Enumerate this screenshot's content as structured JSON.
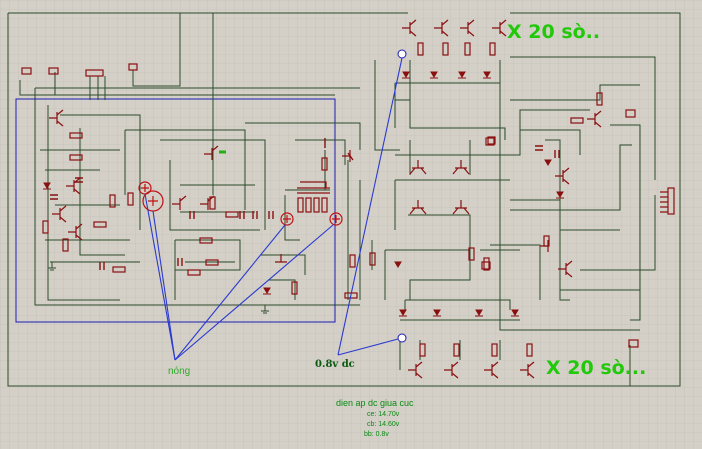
{
  "labels": {
    "top_multiplier": "X 20 sò..",
    "bottom_multiplier": "X 20 sò...",
    "hot": "nóng",
    "bias_voltage": "0.8v dc",
    "note_title": "dien ap dc giua cuc",
    "note_ce": "ce: 14.70v",
    "note_cb": "cb: 14.60v",
    "note_bb": "bb: 0.8v"
  },
  "colors": {
    "background": "#d4d0c8",
    "grid": "#bcbcb4",
    "wire": "#2a4a2a",
    "component": "#8a1010",
    "frame": "#1c1cb0",
    "pointer": "#2a3ad0",
    "text_green": "#22c80a",
    "text_dark_green": "#0a5a10"
  }
}
